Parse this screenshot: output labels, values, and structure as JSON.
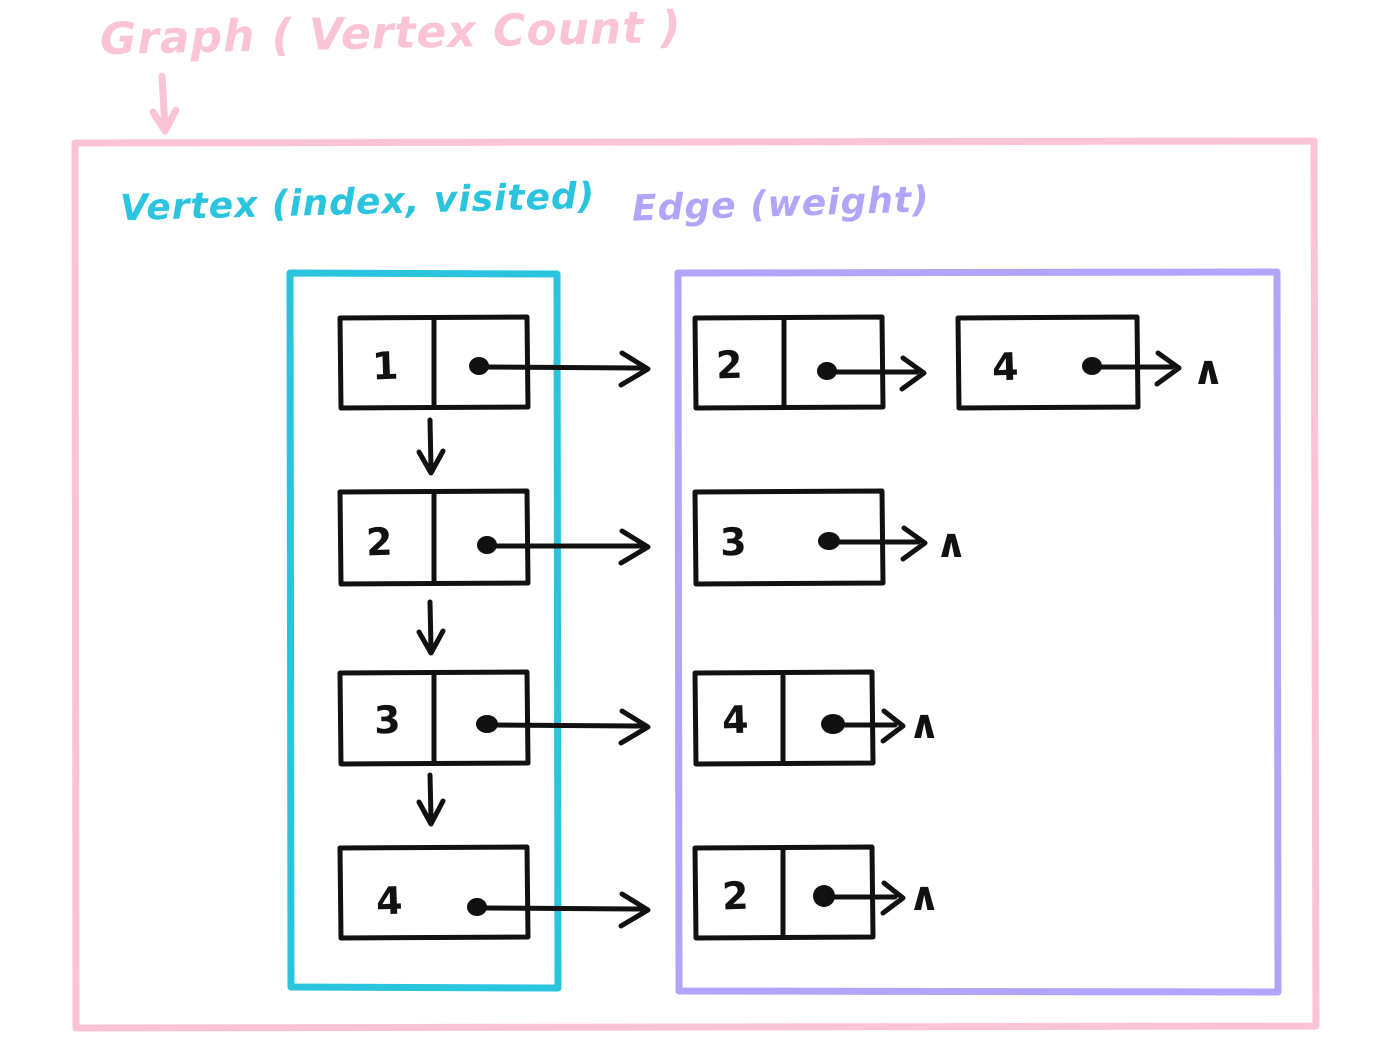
{
  "title": {
    "text": "Graph ( Vertex Count )",
    "color": "#FBC4D6"
  },
  "outer_container": {
    "name": "graph-container",
    "color": "#FBC4D6"
  },
  "vertex_section": {
    "label": "Vertex (index, visited)",
    "color": "#2BC4DF"
  },
  "edge_section": {
    "label": "Edge (weight)",
    "color": "#B3A4FA"
  },
  "null_marker": "∧",
  "pointer_marker": "●",
  "down_arrow": "↓",
  "right_arrow": "→",
  "vertices": [
    {
      "index": "1",
      "has_divider": true,
      "pointer": "●"
    },
    {
      "index": "2",
      "has_divider": true,
      "pointer": "●"
    },
    {
      "index": "3",
      "has_divider": true,
      "pointer": "●"
    },
    {
      "index": "4",
      "has_divider": false,
      "pointer": "●"
    }
  ],
  "adjacency_lists": [
    {
      "vertex": "1",
      "edges": [
        {
          "weight": "2",
          "has_divider": true,
          "pointer": "●"
        },
        {
          "weight": "4",
          "has_divider": false,
          "pointer": "●"
        }
      ],
      "terminator": "∧"
    },
    {
      "vertex": "2",
      "edges": [
        {
          "weight": "3",
          "has_divider": false,
          "pointer": "●"
        }
      ],
      "terminator": "∧"
    },
    {
      "vertex": "3",
      "edges": [
        {
          "weight": "4",
          "has_divider": true,
          "pointer": "●"
        }
      ],
      "terminator": "∧"
    },
    {
      "vertex": "4",
      "edges": [
        {
          "weight": "2",
          "has_divider": true,
          "pointer": "●"
        }
      ],
      "terminator": "∧"
    }
  ]
}
